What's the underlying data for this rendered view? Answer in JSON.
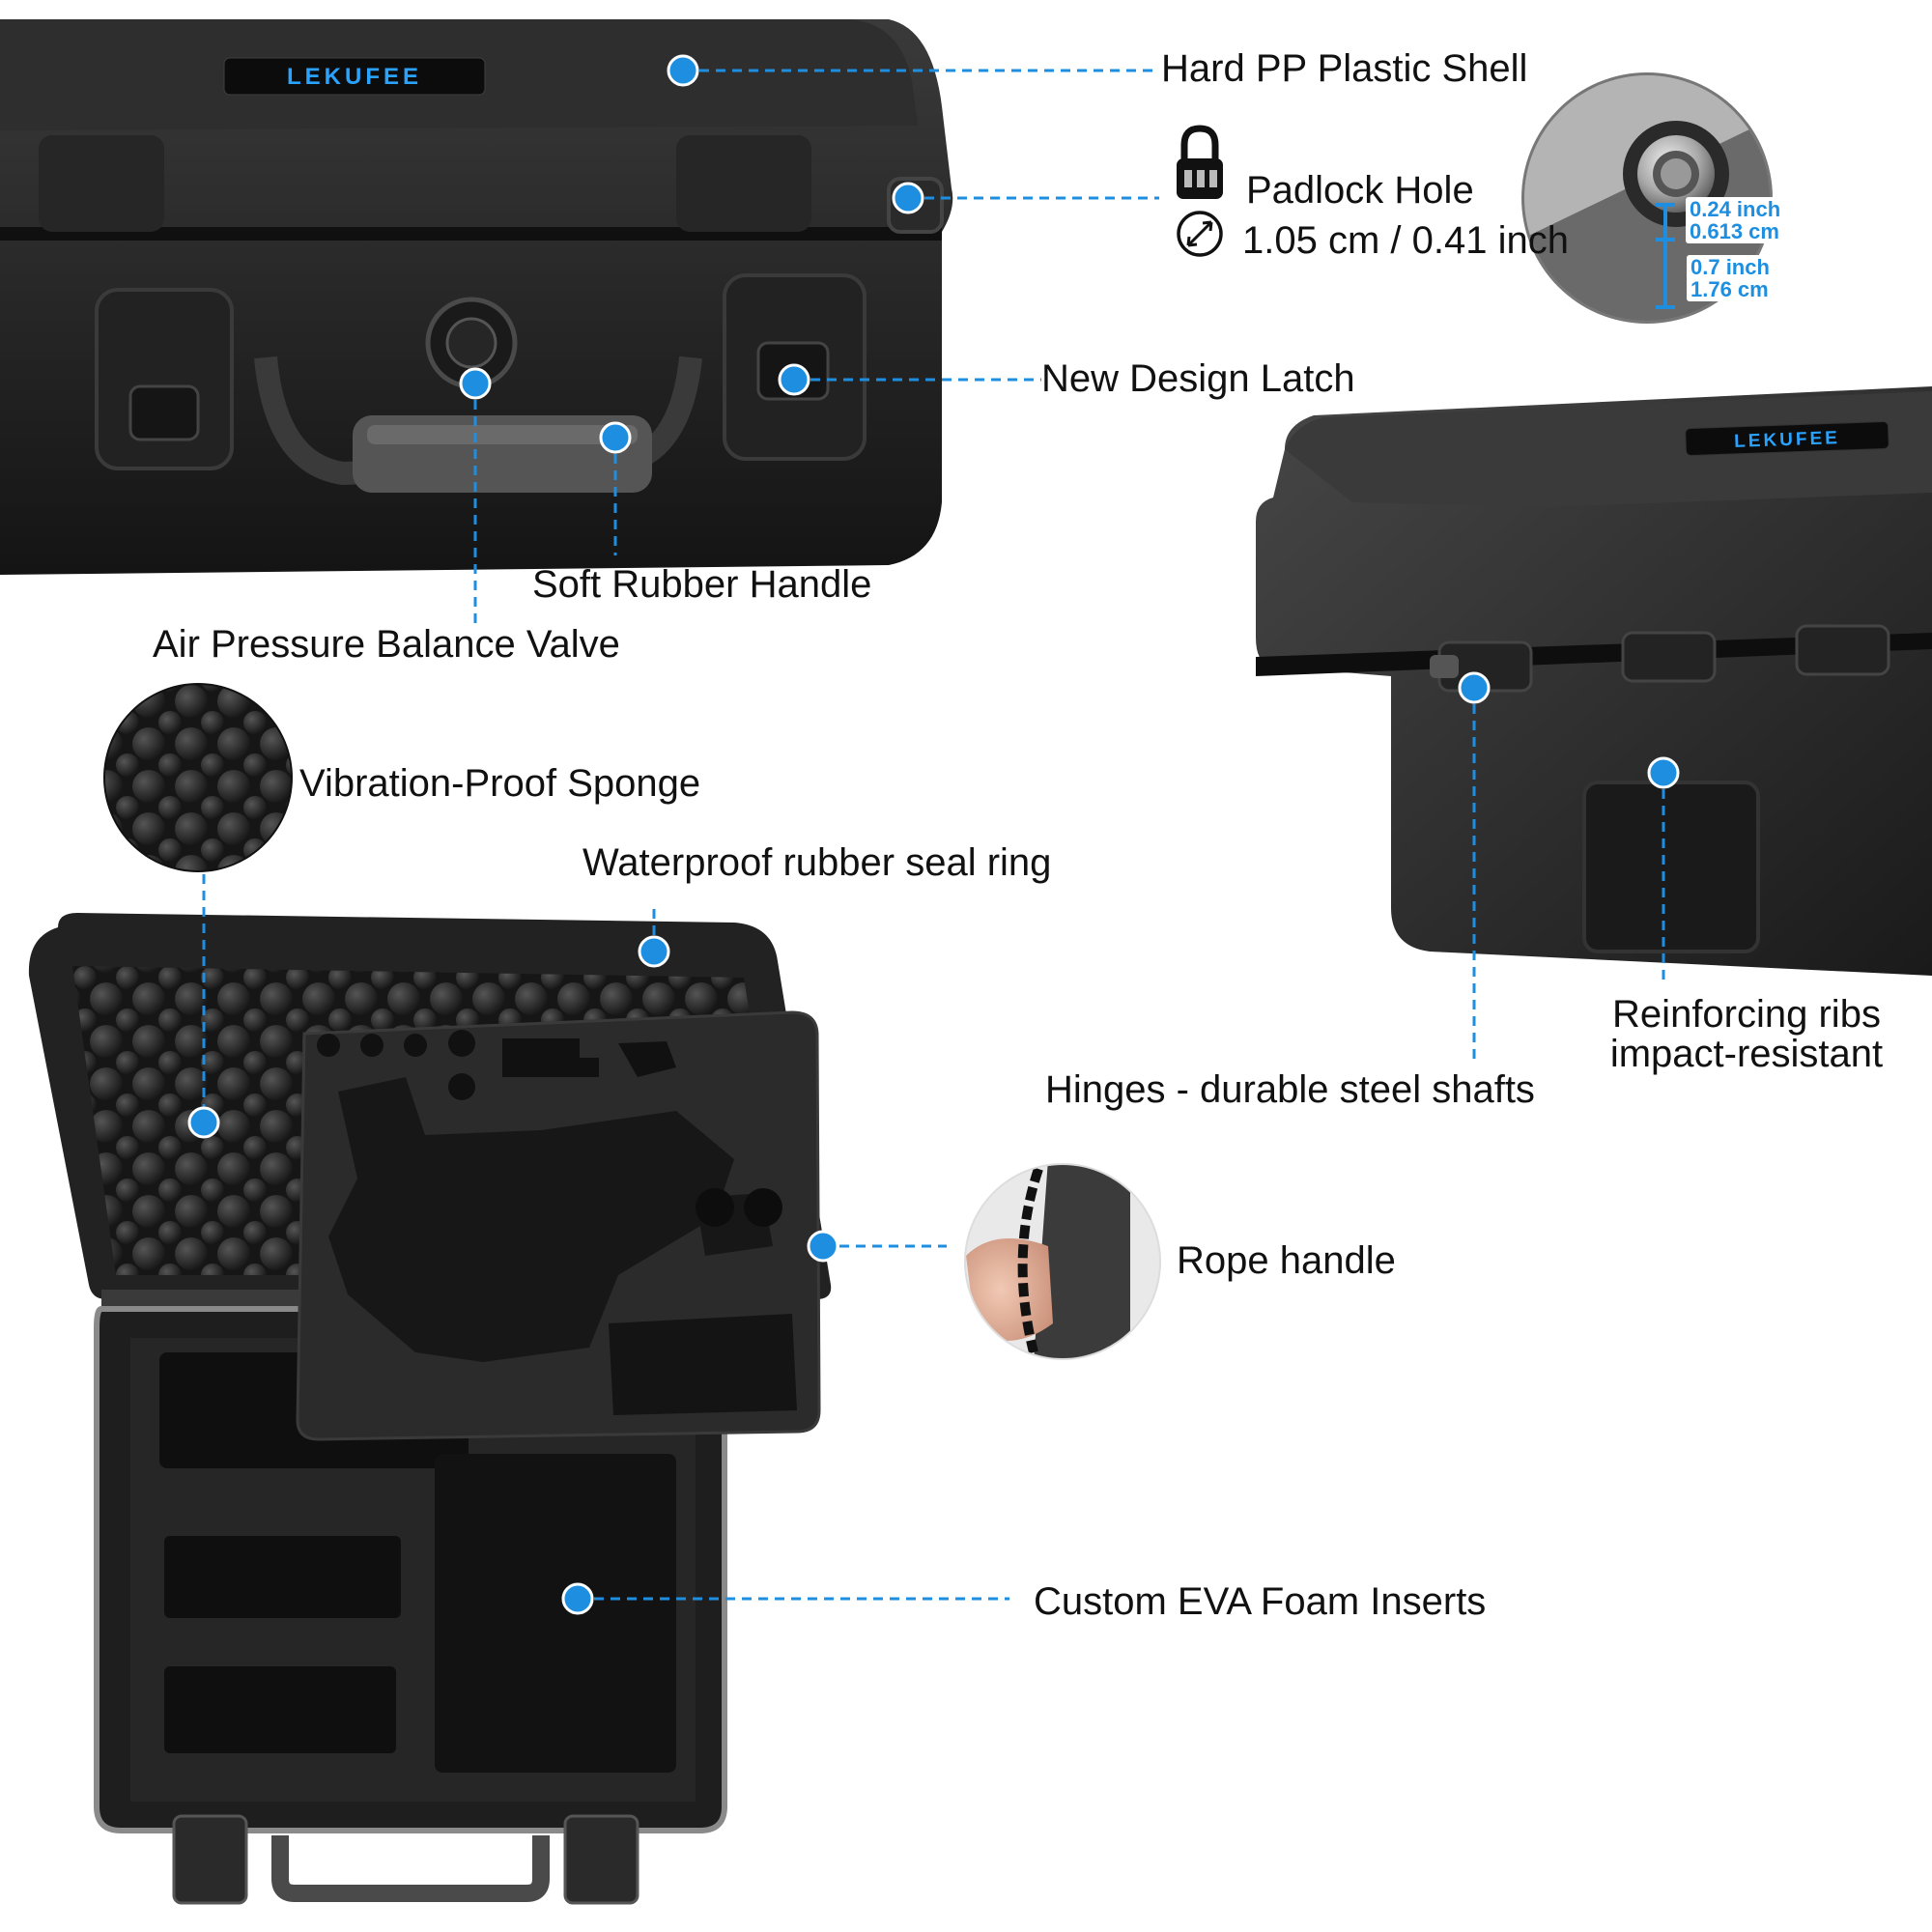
{
  "colors": {
    "accent": "#1e8fe0",
    "case": "#1b1b1b",
    "foam": "#2a2a2a",
    "text": "#111111"
  },
  "icons": {
    "lock": "padlock-icon",
    "diameter": "diameter-icon"
  },
  "brand_plate": "LEKUFEE",
  "labels": {
    "hard_shell": "Hard PP Plastic Shell",
    "padlock_hole": "Padlock Hole",
    "padlock_size": "1.05 cm / 0.41 inch",
    "latch": "New Design Latch",
    "handle": "Soft Rubber Handle",
    "valve": "Air Pressure Balance Valve",
    "sponge": "Vibration-Proof Sponge",
    "seal": "Waterproof rubber seal ring",
    "hinges": "Hinges - durable steel shafts",
    "ribs_1": "Reinforcing ribs",
    "ribs_2": "impact-resistant",
    "rope": "Rope handle",
    "foam": "Custom EVA Foam Inserts"
  },
  "dimensions": {
    "upper_inch": "0.24 inch",
    "upper_cm": "0.613 cm",
    "lower_inch": "0.7 inch",
    "lower_cm": "1.76 cm"
  }
}
